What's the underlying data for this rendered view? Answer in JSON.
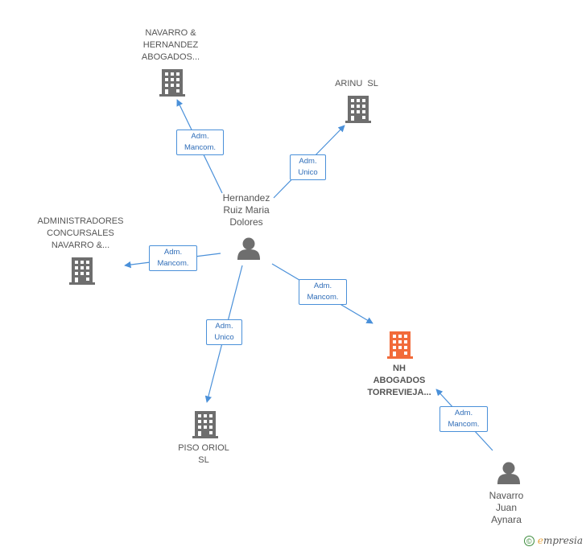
{
  "nodes": {
    "navarro_hernandez": {
      "lines": [
        "NAVARRO &",
        "HERNANDEZ",
        "ABOGADOS..."
      ]
    },
    "arinu": {
      "lines": [
        "ARINU  SL"
      ]
    },
    "administradores": {
      "lines": [
        "ADMINISTRADORES",
        "CONCURSALES",
        "NAVARRO &..."
      ]
    },
    "hernandez_ruiz": {
      "lines": [
        "Hernandez",
        "Ruiz Maria",
        "Dolores"
      ]
    },
    "nh_abogados": {
      "lines": [
        "NH",
        "ABOGADOS",
        "TORREVIEJA..."
      ]
    },
    "piso_oriol": {
      "lines": [
        "PISO ORIOL",
        "SL"
      ]
    },
    "navarro_juan": {
      "lines": [
        "Navarro",
        "Juan",
        "Aynara"
      ]
    }
  },
  "edges": {
    "to_navarro_hernandez": {
      "lines": [
        "Adm.",
        "Mancom."
      ]
    },
    "to_arinu": {
      "lines": [
        "Adm.",
        "Unico"
      ]
    },
    "to_administradores": {
      "lines": [
        "Adm.",
        "Mancom."
      ]
    },
    "to_nh_abogados": {
      "lines": [
        "Adm.",
        "Mancom."
      ]
    },
    "to_piso_oriol": {
      "lines": [
        "Adm.",
        "Unico"
      ]
    },
    "navarro_juan_to_nh": {
      "lines": [
        "Adm.",
        "Mancom."
      ]
    }
  },
  "footer": {
    "copyright": "©",
    "brand_first": "e",
    "brand_rest": "mpresia"
  },
  "colors": {
    "edge": "#4a90d9",
    "company": "#6e6e6e",
    "highlight": "#f26b3a",
    "person": "#6e6e6e"
  },
  "icons": {
    "company": "building-icon",
    "person": "person-icon"
  }
}
